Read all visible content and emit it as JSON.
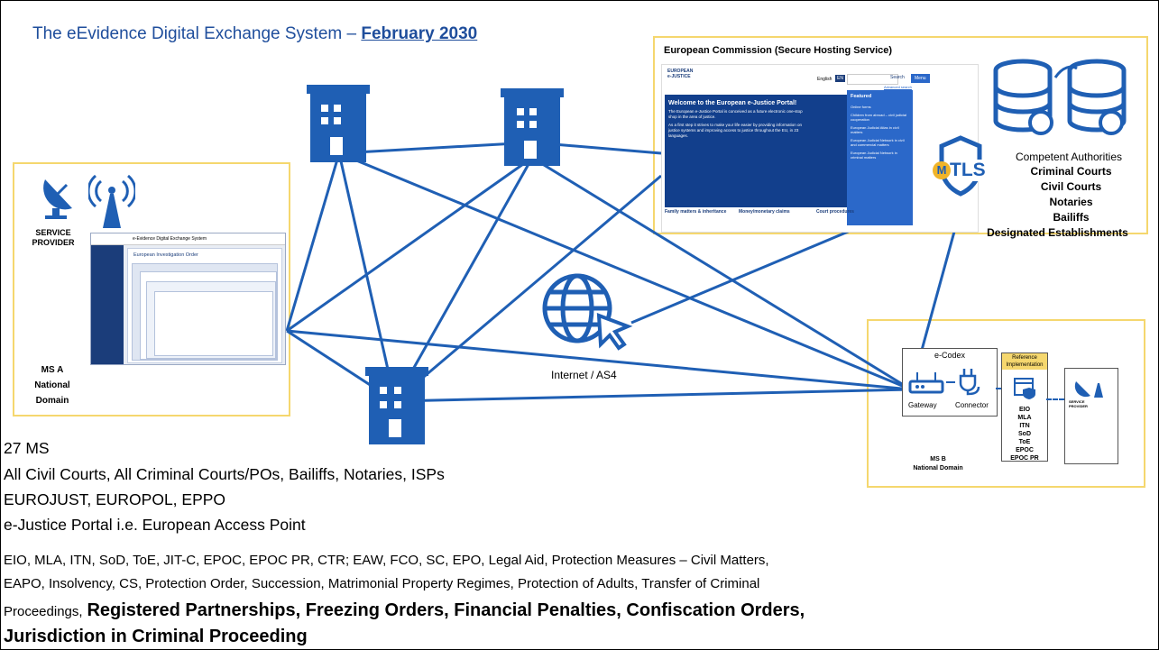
{
  "title": {
    "prefix": "The eEvidence Digital Exchange System –",
    "highlight": "February 2030"
  },
  "colors": {
    "accent": "#1f5fb4",
    "box_border": "#f5d76e",
    "title": "#1f4e9c"
  },
  "ms_a": {
    "service_provider_line1": "SERVICE",
    "service_provider_line2": "PROVIDER",
    "domain_line1": "MS A",
    "domain_line2": "National Domain",
    "screen_header": "e-Evidence Digital Exchange System",
    "screen_form": "European Investigation Order"
  },
  "ec": {
    "heading": "European Commission (Secure Hosting Service)",
    "portal": {
      "logo_line1": "EUROPEAN",
      "logo_line2": "e-JUSTICE",
      "language": "English",
      "lang_code": "EN",
      "search_button": "Search",
      "menu_button": "Menu",
      "advanced_search": "Advanced search",
      "welcome_title": "Welcome to the European e-Justice Portal!",
      "welcome_text1": "The European e-Justice Portal is conceived as a future electronic one-stop shop in the area of justice.",
      "welcome_text2": "As a first step it strives to make your life easier by providing information on justice systems and improving access to justice throughout the EU, in 23 languages.",
      "featured_title": "Featured",
      "featured_items": [
        "Online forms",
        "Children from abroad – civil judicial cooperation",
        "European Judicial Atlas in civil matters",
        "European Judicial Network in civil and commercial matters",
        "European Judicial Network in criminal matters"
      ],
      "col1_title": "Family matters & inheritance",
      "col2_title": "Money/monetary claims",
      "col3_title": "Court procedures"
    },
    "authorities_title": "Competent Authorities",
    "authorities": [
      "Criminal Courts",
      "Civil Courts",
      "Notaries",
      "Bailiffs",
      "Designated Establishments"
    ],
    "mtls_label": "TLS",
    "mtls_m": "M"
  },
  "internet_label": "Internet / AS4",
  "ms_b": {
    "ecodex_title": "e-Codex",
    "gateway_label": "Gateway",
    "connector_label": "Connector",
    "ref_impl_line1": "Reference",
    "ref_impl_line2": "Implementation",
    "ref_impl_items": [
      "EIO",
      "MLA",
      "ITN",
      "SoD",
      "ToE",
      "EPOC",
      "EPOC PR"
    ],
    "service_provider_line1": "SERVICE",
    "service_provider_line2": "PROVIDER",
    "domain_line1": "MS B",
    "domain_line2": "National Domain"
  },
  "bottom": {
    "line1": "27 MS",
    "line2": "All Civil Courts, All Criminal Courts/POs, Bailiffs, Notaries, ISPs",
    "line3": "EUROJUST, EUROPOL, EPPO",
    "line4": "e-Justice Portal i.e. European Access Point",
    "line5": "EIO, MLA, ITN, SoD, ToE, JIT-C, EPOC, EPOC PR, CTR; EAW, FCO, SC, EPO, Legal Aid, Protection Measures – Civil Matters,",
    "line6": "EAPO, Insolvency, CS, Protection Order, Succession, Matrimonial Property Regimes, Protection of Adults, Transfer of Criminal",
    "line7_normal": "Proceedings,",
    "line7_bold": "Registered Partnerships, Freezing Orders, Financial Penalties, Confiscation Orders,",
    "line8_bold": "Jurisdiction in Criminal Proceeding"
  }
}
